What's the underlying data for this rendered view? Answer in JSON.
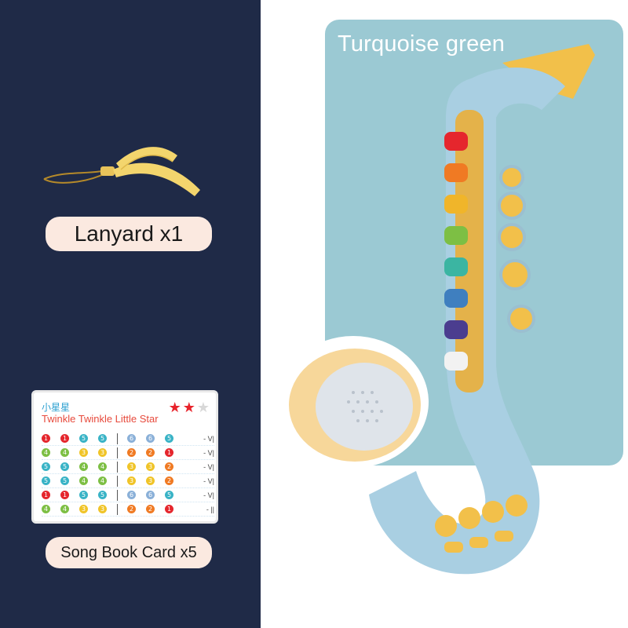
{
  "product": {
    "color_label": "Turquoise green"
  },
  "accessories": {
    "lanyard_label": "Lanyard x1",
    "song_card_label": "Song Book Card x5"
  },
  "song_card": {
    "title_cn": "小星星",
    "title_en": "Twinkle  Twinkle  Little   Star",
    "stars_filled": 2,
    "stars_total": 3,
    "rows": [
      [
        "1",
        "1",
        "5",
        "5",
        "6",
        "6",
        "5"
      ],
      [
        "4",
        "4",
        "3",
        "3",
        "2",
        "2",
        "1"
      ],
      [
        "5",
        "5",
        "4",
        "4",
        "3",
        "3",
        "2"
      ],
      [
        "5",
        "5",
        "4",
        "4",
        "3",
        "3",
        "2"
      ],
      [
        "1",
        "1",
        "5",
        "5",
        "6",
        "6",
        "5"
      ],
      [
        "4",
        "4",
        "3",
        "3",
        "2",
        "2",
        "1"
      ]
    ],
    "row_ends": [
      "- V|",
      "- V|",
      "- V|",
      "- V|",
      "- V|",
      "- ||"
    ]
  },
  "colors": {
    "navy_panel": "#1f2a47",
    "teal_backdrop": "#9bc9d3",
    "sax_body": "#a9cfe2",
    "key_yellow": "#f2c04a",
    "pill_bg": "#fbe9e0"
  },
  "icons": [
    "lanyard-icon",
    "saxophone-icon",
    "star-icon"
  ]
}
